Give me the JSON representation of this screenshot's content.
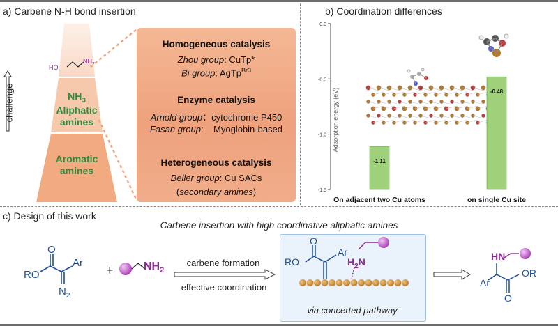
{
  "panel_a": {
    "title": "a) Carbene N-H bond insertion",
    "challenge": "challenge",
    "pyramid": {
      "molecule_ho": "HO",
      "molecule_nh2": "NH",
      "nh3": "NH",
      "aliphatic_1": "Aliphatic",
      "aliphatic_2": "amines",
      "aromatic_1": "Aromatic",
      "aromatic_2": "amines"
    },
    "box": {
      "homogeneous": "Homogeneous catalysis",
      "zhou_group": "Zhou group",
      "zhou_cat": ": CuTp*",
      "bi_group": "Bi group",
      "bi_cat": ": AgTp",
      "bi_sup": "Br3",
      "enzyme": "Enzyme catalysis",
      "arnold_group": "Arnold group",
      "arnold_cat": "：cytochrome P450",
      "fasan_group": "Fasan group",
      "fasan_cat": ":    Myoglobin-based",
      "heterogeneous": "Heterogeneous catalysis",
      "beller_group": "Beller group",
      "beller_cat": ": Cu SACs",
      "secondary": "secondary amines"
    }
  },
  "panel_b": {
    "title": "b) Coordination differences",
    "chart_data": {
      "type": "bar",
      "ylabel": "Adsorption energy (eV)",
      "ylim": [
        -1.5,
        0.0
      ],
      "yticks": [
        "0.0",
        "-0.5",
        "-1.0",
        "-1.5"
      ],
      "categories": [
        "On adjacent two Cu atoms",
        "on single Cu site"
      ],
      "values": [
        -1.11,
        -0.48
      ],
      "value_labels": [
        "-1.11",
        "-0.48"
      ],
      "bar_color": "#9fd17a"
    }
  },
  "panel_c": {
    "title": "c) Design of this work",
    "subtitle": "Carbene insertion with high coordinative aliphatic amines",
    "reactant1": {
      "ro": "RO",
      "ar": "Ar",
      "o": "O",
      "n2": "N",
      "n2_sub": "2"
    },
    "plus": "+",
    "reactant2": {
      "nh2": "NH",
      "nh2_sub": "2"
    },
    "arrow_top": "carbene formation",
    "arrow_bottom": "effective coordination",
    "intermediate": {
      "ro": "RO",
      "o": "O",
      "ar": "Ar",
      "h2n": "H",
      "h2n_sub": "2",
      "h2n_n": "N",
      "caption": "via concerted pathway"
    },
    "product": {
      "hn": "HN",
      "ar": "Ar",
      "or": "OR",
      "o": "O"
    }
  },
  "colors": {
    "blue": "#1f4e96",
    "purple": "#8b2a91",
    "green": "#2e8b3e",
    "copper": "#c98a3c"
  }
}
